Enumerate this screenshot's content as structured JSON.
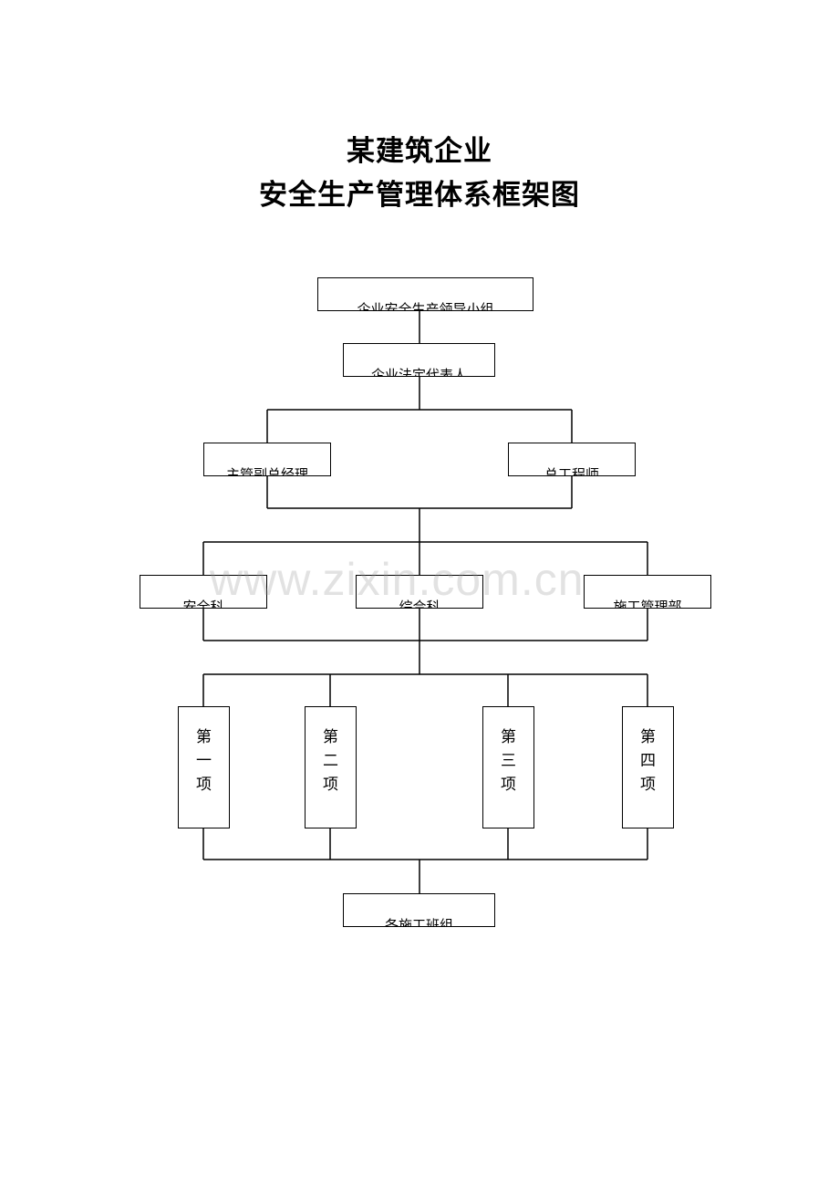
{
  "title": {
    "line1": "某建筑企业",
    "line2": "安全生产管理体系框架图"
  },
  "nodes": {
    "leader_group": "企业安全生产领导小组",
    "legal_rep": "企业法定代表人",
    "deputy_gm": "主管副总经理",
    "chief_engineer": "总工程师",
    "safety_dept": "安全科",
    "quality_dept": "综合科",
    "construction_dept": "施工管理部",
    "site1": "第\n一\n项",
    "site2": "第\n二\n项",
    "site3": "第\n三\n项",
    "site4": "第\n四\n项",
    "teams": "各施工班组"
  },
  "watermark": "www.zixin.com.cn"
}
